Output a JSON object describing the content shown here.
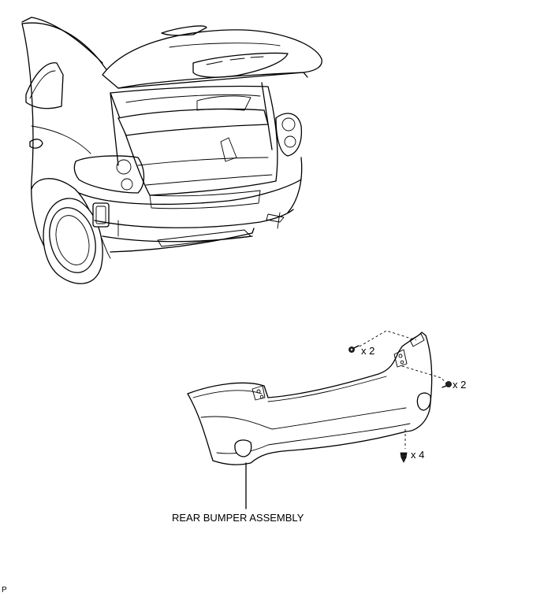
{
  "diagram": {
    "part_label": "REAR BUMPER ASSEMBLY",
    "fasteners": [
      {
        "name": "screw",
        "quantity": "x 2"
      },
      {
        "name": "clip",
        "quantity": "x 2"
      },
      {
        "name": "clip",
        "quantity": "x 4"
      }
    ],
    "page_mark": "P"
  }
}
